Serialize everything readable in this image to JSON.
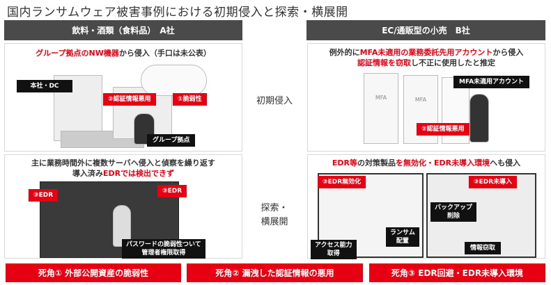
{
  "title": "国内ランサムウェア被害事例における初期侵入と探索・横展開",
  "left_header": "飲料・酒類（食料品）　A社",
  "right_header": "EC/通販型の小売　B社",
  "stages": {
    "initial": "初期侵入",
    "explore_1": "探索・",
    "explore_2": "横展開"
  },
  "a_initial": {
    "caption": [
      {
        "t": "グループ拠点のNW機器",
        "red": true
      },
      {
        "t": "から侵入（手口は未公表）",
        "red": false
      }
    ],
    "labels": {
      "hq": "本社・DC",
      "group": "グループ拠点",
      "cred": "②認証情報悪用",
      "vuln": "①脆弱性"
    }
  },
  "b_initial": {
    "caption1": [
      {
        "t": "例外的に",
        "red": false
      },
      {
        "t": "MFA未適用の業務委託先用アカウント",
        "red": true
      },
      {
        "t": "から侵入",
        "red": false
      }
    ],
    "caption2": [
      {
        "t": "認証情報を窃取",
        "red": true
      },
      {
        "t": "し不正に使用したと推定",
        "red": false
      }
    ],
    "labels": {
      "mfa_account": "MFA未適用アカウント",
      "cred": "②認証情報悪用",
      "door_text": "MFA"
    }
  },
  "a_explore": {
    "caption1": "主に業務時間外に複数サーバへ侵入と偵察を繰り返す",
    "caption2": [
      {
        "t": "導入済み",
        "red": false
      },
      {
        "t": "EDR",
        "red": true
      },
      {
        "t": "では検出できず",
        "red": true
      }
    ],
    "labels": {
      "edr1": "③EDR",
      "edr2": "③EDR",
      "pw1": "パスワードの脆弱性ついて",
      "pw2": "管理者権限取得"
    }
  },
  "b_explore": {
    "caption": [
      {
        "t": "EDR等",
        "red": true
      },
      {
        "t": "の対策製品",
        "red": false
      },
      {
        "t": "を無効化・EDR未導入環境",
        "red": true
      },
      {
        "t": "へも侵入",
        "red": false
      }
    ],
    "labels": {
      "edr_off": "③EDR無効化",
      "edr_none": "③EDR未導入",
      "backup1": "バックアップ",
      "backup2": "削除",
      "ransom1": "ランサム",
      "ransom2": "配置",
      "access1": "アクセス能力",
      "access2": "取得",
      "theft": "情報窃取"
    }
  },
  "blind_spots": [
    "死角① 外部公開資産の脆弱性",
    "死角② 漏洩した認証情報の悪用",
    "死角③ EDR回避・EDR未導入環境"
  ],
  "colors": {
    "accent": "#e60012",
    "header": "#4a4a4a"
  }
}
